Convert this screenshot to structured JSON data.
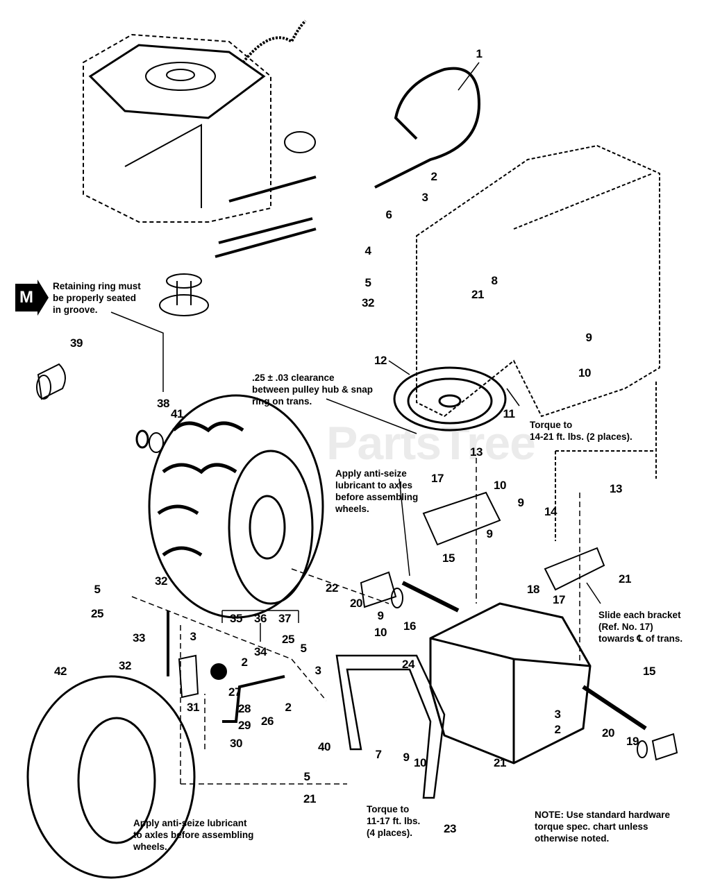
{
  "watermark": "PartsTree",
  "badge": "M",
  "notes": {
    "retaining_ring": [
      "Retaining ring must",
      "be properly seated",
      "in groove."
    ],
    "clearance": [
      ".25 ± .03 clearance",
      "between pulley hub & snap",
      "ring on trans."
    ],
    "torque_14_21": [
      "Torque to",
      "14-21 ft. lbs. (2 places)."
    ],
    "anti_seize_upper": [
      "Apply anti-seize",
      "lubricant to axles",
      "before assembling",
      "wheels."
    ],
    "slide_bracket": [
      "Slide each bracket",
      "(Ref. No. 17)",
      "towards ℄ of trans."
    ],
    "anti_seize_lower": [
      "Apply anti-seize lubricant",
      "to axles before assembling",
      "wheels."
    ],
    "torque_11_17": [
      "Torque to",
      "11-17 ft. lbs.",
      "(4 places)."
    ],
    "general": [
      "NOTE: Use standard hardware",
      "torque spec. chart unless",
      "otherwise noted."
    ]
  },
  "callouts": [
    "1",
    "2",
    "3",
    "6",
    "4",
    "5",
    "32",
    "8",
    "21",
    "9",
    "10",
    "12",
    "11",
    "13",
    "17",
    "10",
    "9",
    "9",
    "14",
    "13",
    "21",
    "17",
    "18",
    "15",
    "22",
    "20",
    "39",
    "38",
    "41",
    "35",
    "36",
    "37",
    "34",
    "5",
    "32",
    "25",
    "33",
    "3",
    "2",
    "32",
    "31",
    "27",
    "28",
    "29",
    "30",
    "26",
    "25",
    "5",
    "3",
    "2",
    "9",
    "10",
    "16",
    "24",
    "7",
    "9",
    "10",
    "40",
    "5",
    "21",
    "23",
    "21",
    "15",
    "3",
    "2",
    "20",
    "19",
    "42"
  ]
}
